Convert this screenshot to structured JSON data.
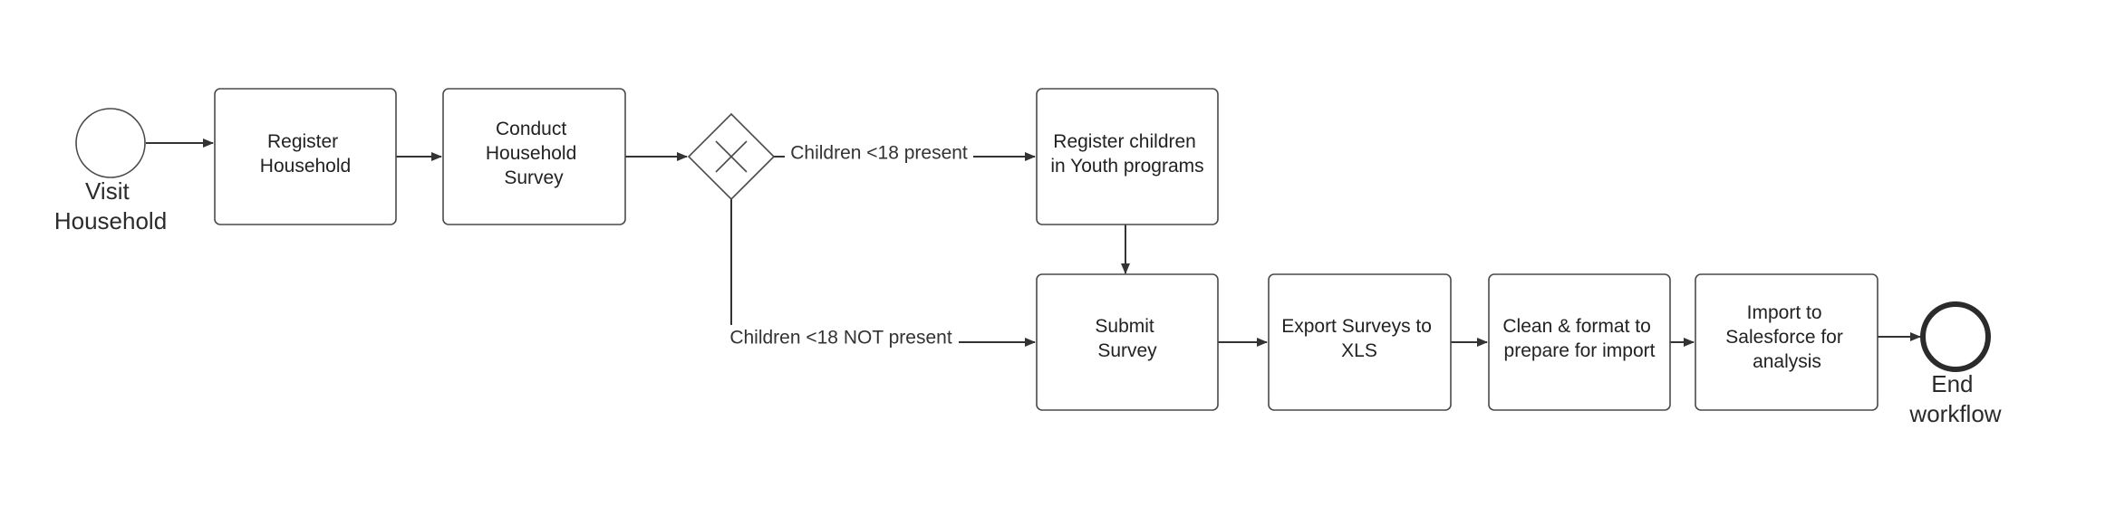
{
  "nodes": {
    "visit_household": {
      "label": [
        "Visit",
        "Household"
      ]
    },
    "register_household": {
      "label": [
        "Register",
        "Household"
      ]
    },
    "conduct_survey": {
      "label": [
        "Conduct",
        "Household",
        "Survey"
      ]
    },
    "register_youth": {
      "label": [
        "Register children",
        "in Youth programs"
      ]
    },
    "submit_survey": {
      "label": [
        "Submit",
        "Survey"
      ]
    },
    "export_surveys": {
      "label": [
        "Export Surveys to",
        "XLS"
      ]
    },
    "clean_format": {
      "label": [
        "Clean & format to",
        "prepare for import"
      ]
    },
    "import_salesforce": {
      "label": [
        "Import to",
        "Salesforce for",
        "analysis"
      ]
    },
    "end_workflow": {
      "label": [
        "End",
        "workflow"
      ]
    }
  },
  "edge_labels": {
    "children_present": "Children <18 present",
    "children_not_present": "Children <18 NOT present"
  },
  "colors": {
    "stroke": "#4a4a4a",
    "arrow": "#333333",
    "text": "#222222"
  }
}
